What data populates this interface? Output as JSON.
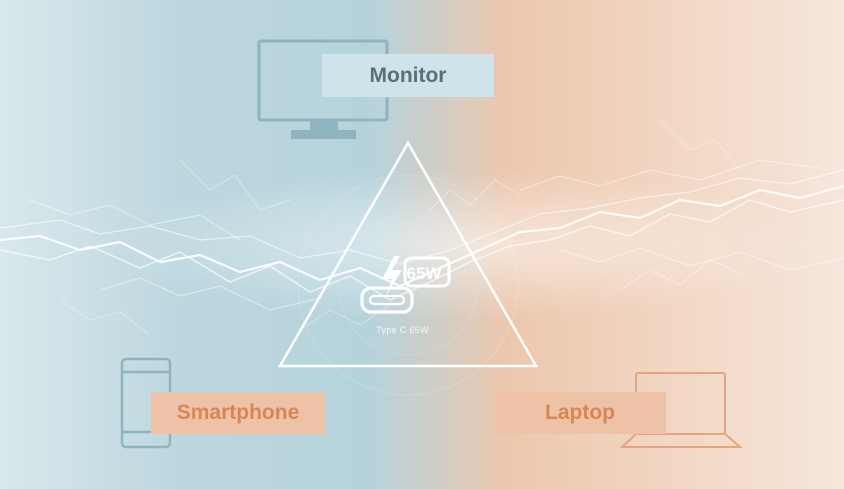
{
  "devices": {
    "monitor": {
      "label": "Monitor",
      "icon": "monitor-icon"
    },
    "smartphone": {
      "label": "Smartphone",
      "icon": "smartphone-icon"
    },
    "laptop": {
      "label": "Laptop",
      "icon": "laptop-icon"
    }
  },
  "charger": {
    "badge": "65W",
    "caption": "Type C 65W",
    "icon": "usb-c-charger-icon"
  },
  "colors": {
    "blue_label_bg": "#cfe3ea",
    "blue_label_text": "#5d7078",
    "orange_label_bg": "#eec2a6",
    "orange_label_text": "#d98656",
    "blue_outline": "#8fb4c0",
    "orange_outline": "#e3a47e"
  }
}
